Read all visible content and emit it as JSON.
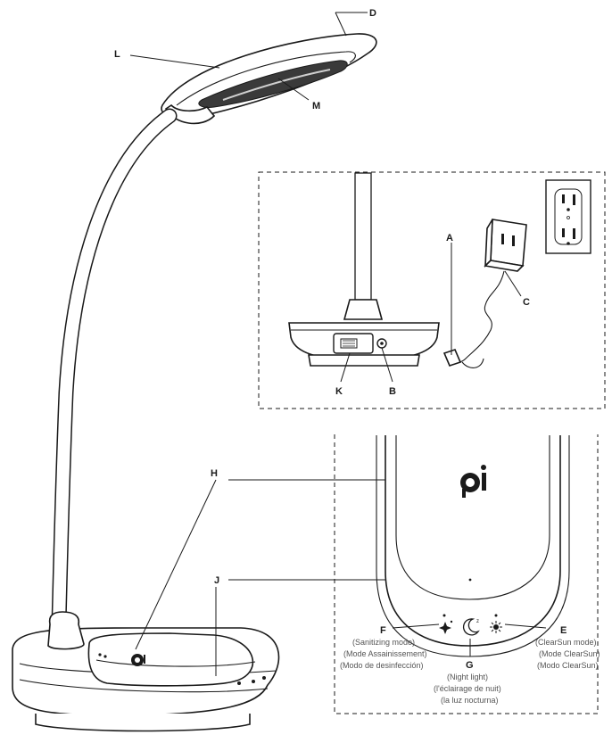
{
  "labels": {
    "D": "D",
    "L": "L",
    "M": "M",
    "A": "A",
    "C": "C",
    "K": "K",
    "B": "B",
    "H": "H",
    "J": "J",
    "F": "F",
    "E": "E",
    "G": "G"
  },
  "captions": {
    "F": [
      "(Sanitizing mode)",
      "(Mode Assainissement)",
      "(Modo de desinfección)"
    ],
    "E": [
      "(ClearSun mode)",
      "(Mode ClearSun)",
      "(Modo ClearSun)"
    ],
    "G": [
      "(Night light)",
      "(l'éclairage de nuit)",
      "(la luz nocturna)"
    ]
  },
  "qi_logo_text": "qi",
  "icons": {
    "sanitizing": "sparkle-icon",
    "night": "moon-icon",
    "clearsun": "sun-icon"
  }
}
